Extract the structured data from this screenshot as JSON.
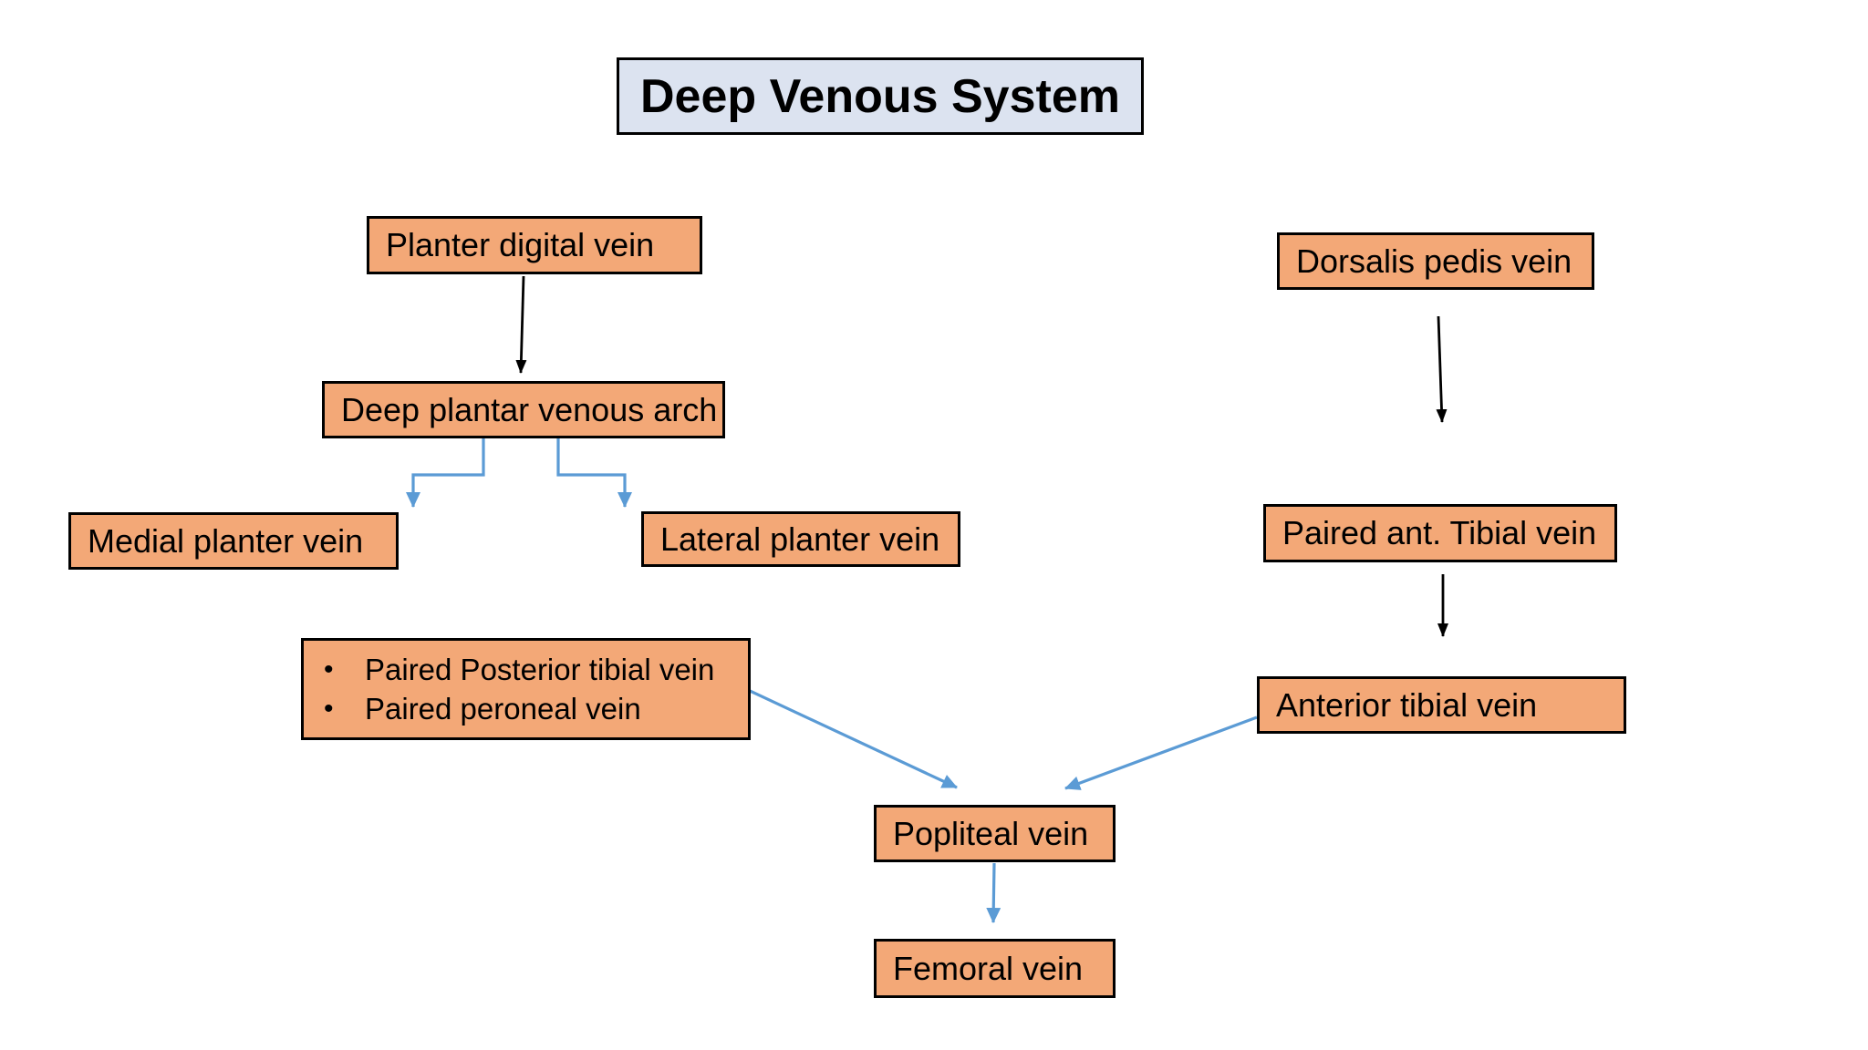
{
  "title": {
    "label": "Deep Venous System"
  },
  "nodes": {
    "planter_digital": {
      "label": "Planter digital vein"
    },
    "deep_plantar_arch": {
      "label": "Deep plantar venous arch"
    },
    "medial_planter": {
      "label": "Medial planter vein"
    },
    "lateral_planter": {
      "label": "Lateral planter vein"
    },
    "paired_group": {
      "items": [
        "Paired Posterior tibial vein",
        "Paired peroneal vein"
      ],
      "bullet": "•"
    },
    "dorsalis_pedis": {
      "label": "Dorsalis pedis vein"
    },
    "paired_ant_tibial": {
      "label": "Paired ant. Tibial vein"
    },
    "anterior_tibial": {
      "label": "Anterior tibial vein"
    },
    "popliteal": {
      "label": "Popliteal vein"
    },
    "femoral": {
      "label": "Femoral vein"
    }
  },
  "edges": [
    {
      "from": "Planter digital vein",
      "to": "Deep plantar venous arch",
      "color": "black",
      "style": "straight"
    },
    {
      "from": "Deep plantar venous arch",
      "to": "Medial planter vein",
      "color": "blue",
      "style": "elbow"
    },
    {
      "from": "Deep plantar venous arch",
      "to": "Lateral planter vein",
      "color": "blue",
      "style": "elbow"
    },
    {
      "from": "Paired Posterior tibial vein / Paired peroneal vein",
      "to": "Popliteal vein",
      "color": "blue",
      "style": "straight"
    },
    {
      "from": "Dorsalis pedis vein",
      "to": "Paired ant. Tibial vein",
      "color": "black",
      "style": "straight"
    },
    {
      "from": "Paired ant. Tibial vein",
      "to": "Anterior tibial vein",
      "color": "black",
      "style": "straight"
    },
    {
      "from": "Anterior tibial vein",
      "to": "Popliteal vein",
      "color": "blue",
      "style": "straight"
    },
    {
      "from": "Popliteal vein",
      "to": "Femoral vein",
      "color": "blue",
      "style": "straight"
    }
  ],
  "colors": {
    "background": "#FFFFFF",
    "node_fill": "#F3A877",
    "node_border": "#000000",
    "title_fill": "#DCE3F0",
    "title_border": "#000000",
    "arrow_blue": "#5B9BD5",
    "arrow_black": "#000000",
    "text": "#000000"
  }
}
